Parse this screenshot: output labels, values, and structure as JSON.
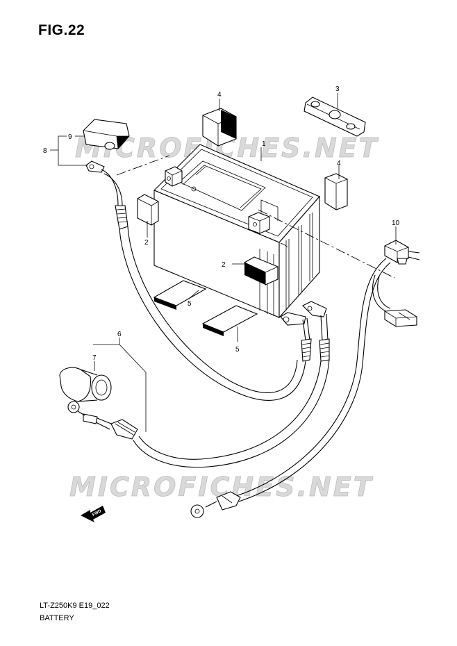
{
  "figure": {
    "title": "FIG.22"
  },
  "footer": {
    "model_code": "LT-Z250K9 E19_022",
    "section_name": "BATTERY"
  },
  "watermark": {
    "text": "MICROFICHES.NET"
  },
  "direction_marker": {
    "label": "FWD"
  },
  "callouts": [
    {
      "id": "c1",
      "label": "1"
    },
    {
      "id": "c2a",
      "label": "2"
    },
    {
      "id": "c2b",
      "label": "2"
    },
    {
      "id": "c3",
      "label": "3"
    },
    {
      "id": "c4a",
      "label": "4"
    },
    {
      "id": "c4b",
      "label": "4"
    },
    {
      "id": "c5a",
      "label": "5"
    },
    {
      "id": "c5b",
      "label": "5"
    },
    {
      "id": "c6",
      "label": "6"
    },
    {
      "id": "c7",
      "label": "7"
    },
    {
      "id": "c8",
      "label": "8"
    },
    {
      "id": "c9",
      "label": "9"
    },
    {
      "id": "c10",
      "label": "10"
    }
  ]
}
